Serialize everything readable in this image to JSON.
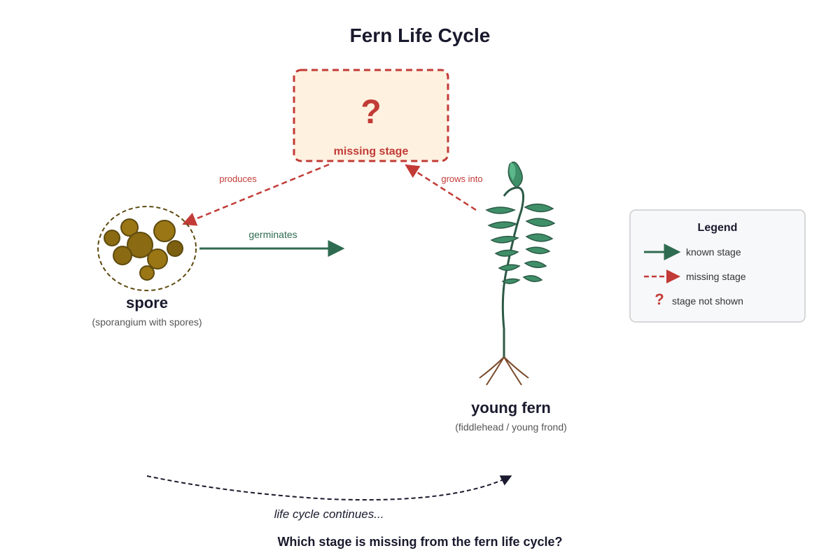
{
  "title": "Fern Life Cycle",
  "colors": {
    "known": "#2f6b50",
    "missing": "#c23b36",
    "dark": "#1a1a2e",
    "muted": "#555555",
    "spore_fill": "#9a7614",
    "spore_edge": "#5e4a10",
    "leaf": "#3f8f68",
    "leaf_edge": "#2c5a46",
    "root": "#7a4a2a",
    "box_fill": "#fef1e0",
    "legend_fill": "#f7f8fa",
    "legend_edge": "#cccccc"
  },
  "missing_box": {
    "symbol": "?",
    "label": "missing stage"
  },
  "stages": {
    "spore": {
      "label": "spore",
      "sublabel": "(sporangium with spores)",
      "icon": "spore-cluster-icon"
    },
    "young_fern": {
      "label": "young fern",
      "sublabel": "(fiddlehead / young frond)",
      "icon": "fern-plant-icon"
    }
  },
  "arrows": {
    "produces": "produces",
    "germinates": "germinates",
    "grows_into": "grows into"
  },
  "cycle_note": "life cycle continues...",
  "legend": {
    "title": "Legend",
    "items": [
      {
        "label": "known stage"
      },
      {
        "label": "missing stage"
      },
      {
        "symbol": "?",
        "label": "stage not shown"
      }
    ]
  },
  "question": "Which stage is missing from the fern life cycle?"
}
